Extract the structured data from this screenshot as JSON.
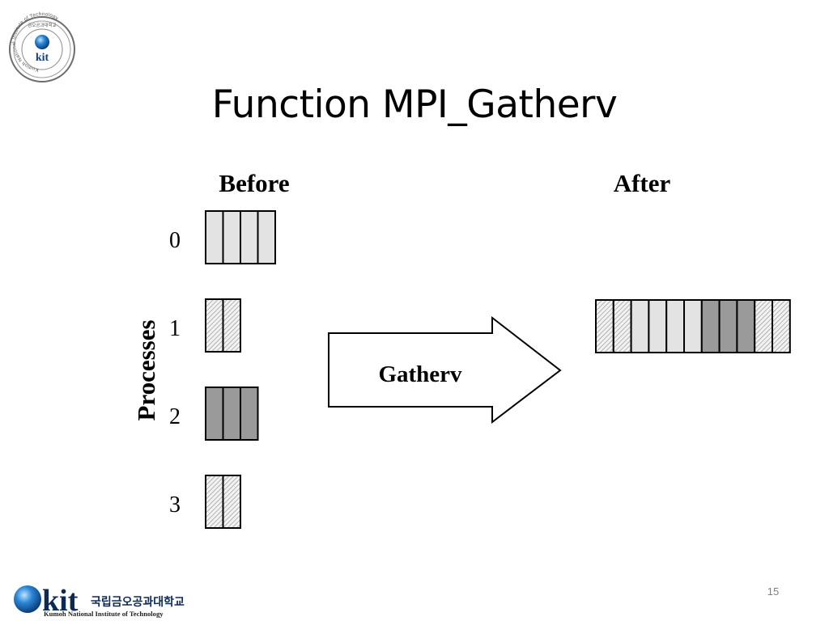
{
  "slide": {
    "title": "Function MPI_Gatherv",
    "page_number": "15"
  },
  "diagram": {
    "before_label": "Before",
    "after_label": "After",
    "axis_label": "Processes",
    "operation_label": "Gatherv",
    "processes": [
      {
        "rank": "0",
        "blocks": 4,
        "fill": "light"
      },
      {
        "rank": "1",
        "blocks": 2,
        "fill": "hatched"
      },
      {
        "rank": "2",
        "blocks": 3,
        "fill": "dark"
      },
      {
        "rank": "3",
        "blocks": 2,
        "fill": "hatched"
      }
    ],
    "result_blocks": [
      "hatched",
      "hatched",
      "light",
      "light",
      "light",
      "light",
      "dark",
      "dark",
      "dark",
      "hatched",
      "hatched"
    ],
    "colors": {
      "light": "#e3e3e3",
      "dark": "#9a9a9a",
      "hatched_bg": "#f2f2f2",
      "hatched_line": "#8a8a8a",
      "outline": "#000000"
    }
  },
  "branding": {
    "seal_text": "Kumoh National Institute of Technology",
    "seal_korean": "금오공과대학교",
    "seal_mark": "kit",
    "footer_mark": "kit",
    "footer_korean": "국립금오공과대학교",
    "footer_english": "Kumoh National Institute of Technology",
    "brand_blue": "#1f6fb5"
  }
}
